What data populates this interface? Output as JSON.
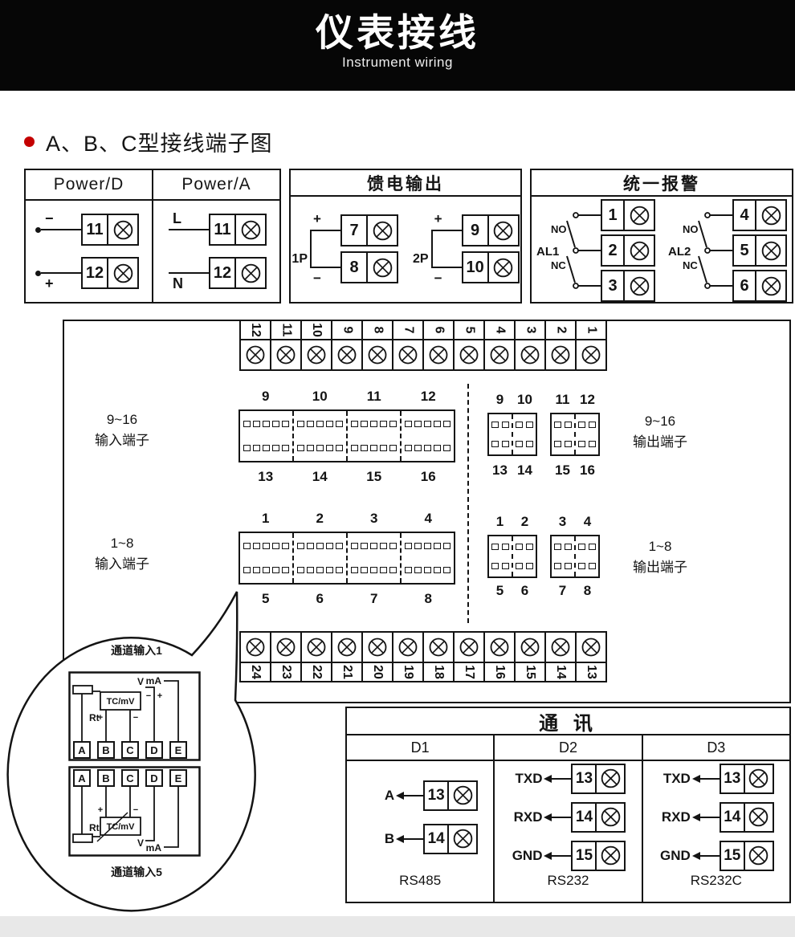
{
  "header": {
    "title": "仪表接线",
    "subtitle": "Instrument wiring"
  },
  "section_title": "A、B、C型接线端子图",
  "power": {
    "col_d": {
      "header": "Power/D",
      "rows": [
        {
          "sign": "−",
          "num": "11"
        },
        {
          "sign": "+",
          "num": "12"
        }
      ]
    },
    "col_a": {
      "header": "Power/A",
      "rows": [
        {
          "sign": "L",
          "num": "11"
        },
        {
          "sign": "N",
          "num": "12"
        }
      ]
    }
  },
  "feed": {
    "title": "馈电输出",
    "groups": [
      {
        "label": "1P",
        "sign_top": "+",
        "num_top": "7",
        "sign_bottom": "−",
        "num_bottom": "8"
      },
      {
        "label": "2P",
        "sign_top": "+",
        "num_top": "9",
        "sign_bottom": "−",
        "num_bottom": "10"
      }
    ]
  },
  "alarm": {
    "title": "统一报警",
    "groups": [
      {
        "label": "AL1",
        "no": "NO",
        "nc": "NC",
        "t1": "1",
        "t2": "2",
        "t3": "3"
      },
      {
        "label": "AL2",
        "no": "NO",
        "nc": "NC",
        "t1": "4",
        "t2": "5",
        "t3": "6"
      }
    ]
  },
  "mid": {
    "strip_top": [
      "12",
      "11",
      "10",
      "9",
      "8",
      "7",
      "6",
      "5",
      "4",
      "3",
      "2",
      "1"
    ],
    "strip_bottom": [
      "24",
      "23",
      "22",
      "21",
      "20",
      "19",
      "18",
      "17",
      "16",
      "15",
      "14",
      "13"
    ],
    "in916": {
      "range": "9~16",
      "kind": "输入端子",
      "nums_top": [
        "9",
        "10",
        "11",
        "12"
      ],
      "nums_bottom": [
        "13",
        "14",
        "15",
        "16"
      ]
    },
    "out916": {
      "range": "9~16",
      "kind": "输出端子",
      "nums_top": [
        "9",
        "10",
        "11",
        "12"
      ],
      "nums_bottom": [
        "13",
        "14",
        "15",
        "16"
      ]
    },
    "in18": {
      "range": "1~8",
      "kind": "输入端子",
      "nums_top": [
        "1",
        "2",
        "3",
        "4"
      ],
      "nums_bottom": [
        "5",
        "6",
        "7",
        "8"
      ]
    },
    "out18": {
      "range": "1~8",
      "kind": "输出端子",
      "nums_top": [
        "1",
        "2",
        "3",
        "4"
      ],
      "nums_bottom": [
        "5",
        "6",
        "7",
        "8"
      ]
    }
  },
  "bubble": {
    "caption_top": "通道输入1",
    "caption_bottom": "通道输入5",
    "channel1": {
      "rt": "Rt",
      "tc": "TC/mV",
      "v": "V",
      "ma": "mA",
      "plus": "+",
      "minus": "−",
      "terminals": [
        "A",
        "B",
        "C",
        "D",
        "E"
      ]
    },
    "channel2": {
      "rt": "Rt",
      "tc": "TC/mV",
      "v": "V",
      "ma": "mA",
      "plus": "+",
      "minus": "−",
      "terminals": [
        "A",
        "B",
        "C",
        "D",
        "E"
      ]
    }
  },
  "comm": {
    "title": "通  讯",
    "d1": {
      "header": "D1",
      "rows": [
        {
          "label": "A",
          "num": "13"
        },
        {
          "label": "B",
          "num": "14"
        }
      ],
      "footer": "RS485"
    },
    "d2": {
      "header": "D2",
      "rows": [
        {
          "label": "TXD",
          "num": "13"
        },
        {
          "label": "RXD",
          "num": "14"
        },
        {
          "label": "GND",
          "num": "15"
        }
      ],
      "footer": "RS232"
    },
    "d3": {
      "header": "D3",
      "rows": [
        {
          "label": "TXD",
          "num": "13"
        },
        {
          "label": "RXD",
          "num": "14"
        },
        {
          "label": "GND",
          "num": "15"
        }
      ],
      "footer": "RS232C"
    }
  },
  "colors": {
    "accent_red": "#c40000",
    "line": "#141414",
    "header_bg": "#060606"
  }
}
